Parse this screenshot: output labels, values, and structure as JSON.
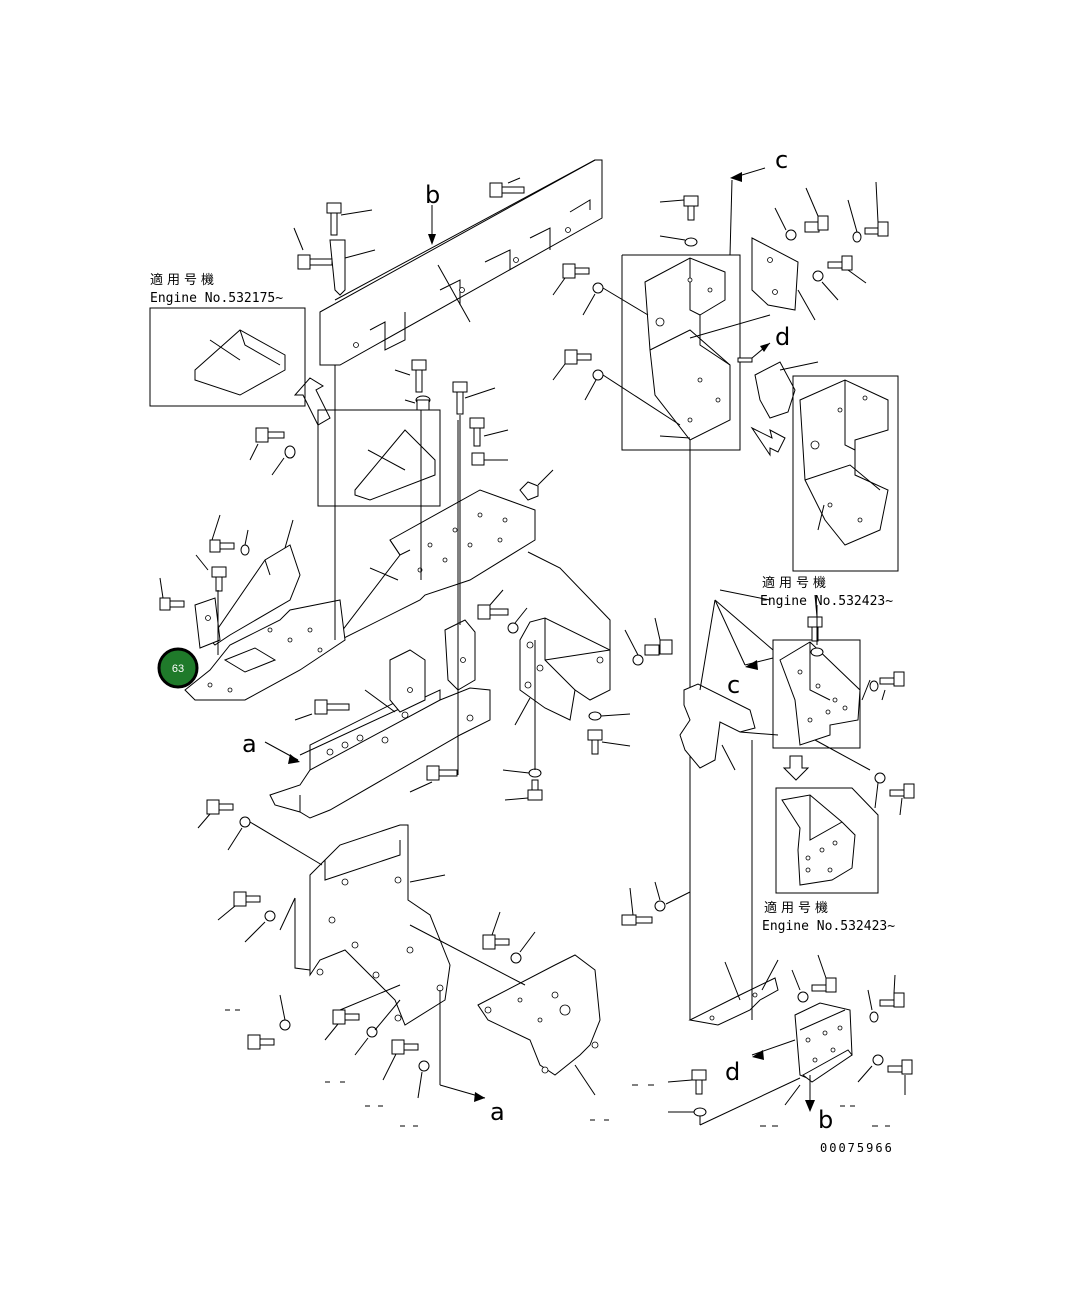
{
  "callout_letters": {
    "a_left": "a",
    "a_bottom": "a",
    "b_top": "b",
    "b_bottom": "b",
    "c_top": "c",
    "c_mid": "c",
    "d_upper": "d",
    "d_lower": "d"
  },
  "inset_labels": [
    {
      "jp": "適用号機",
      "engine": "Engine No.532175~"
    },
    {
      "jp": "適用号機",
      "engine": "Engine No.532423~"
    },
    {
      "jp": "適用号機",
      "engine": "Engine No.532423~"
    }
  ],
  "drawing_number": "00075966",
  "highlight_badge": {
    "label": "63",
    "color": "#1f7a2a"
  },
  "colors": {
    "line": "#000000",
    "background": "#ffffff"
  }
}
